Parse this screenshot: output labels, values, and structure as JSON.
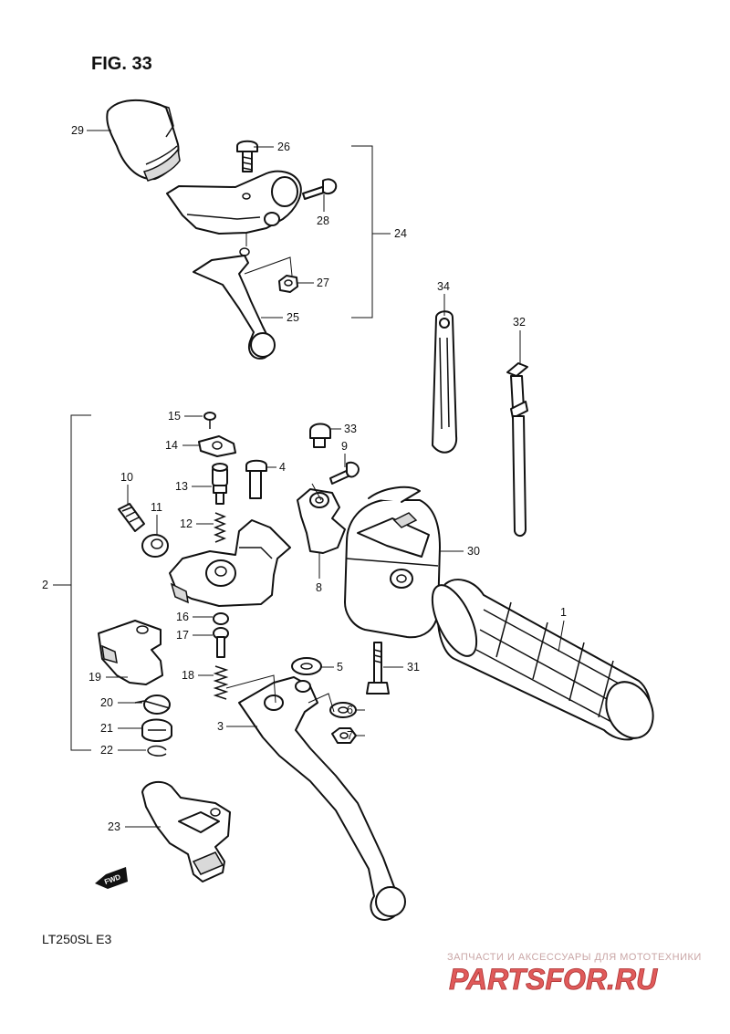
{
  "figure_title": "FIG. 33",
  "model_code": "LT250SL  E3",
  "fwd_label": "FWD",
  "watermark": {
    "tagline": "ЗАПЧАСТИ И АКСЕССУАРЫ ДЛЯ МОТОТЕХНИКИ",
    "brand": "PARTSFOR.RU",
    "brand_color": "#e05a5a"
  },
  "callouts": [
    "1",
    "2",
    "3",
    "4",
    "5",
    "6",
    "7",
    "8",
    "9",
    "10",
    "11",
    "12",
    "13",
    "14",
    "15",
    "16",
    "17",
    "18",
    "19",
    "20",
    "21",
    "22",
    "23",
    "24",
    "25",
    "26",
    "27",
    "28",
    "29",
    "30",
    "31",
    "32",
    "33",
    "34"
  ]
}
